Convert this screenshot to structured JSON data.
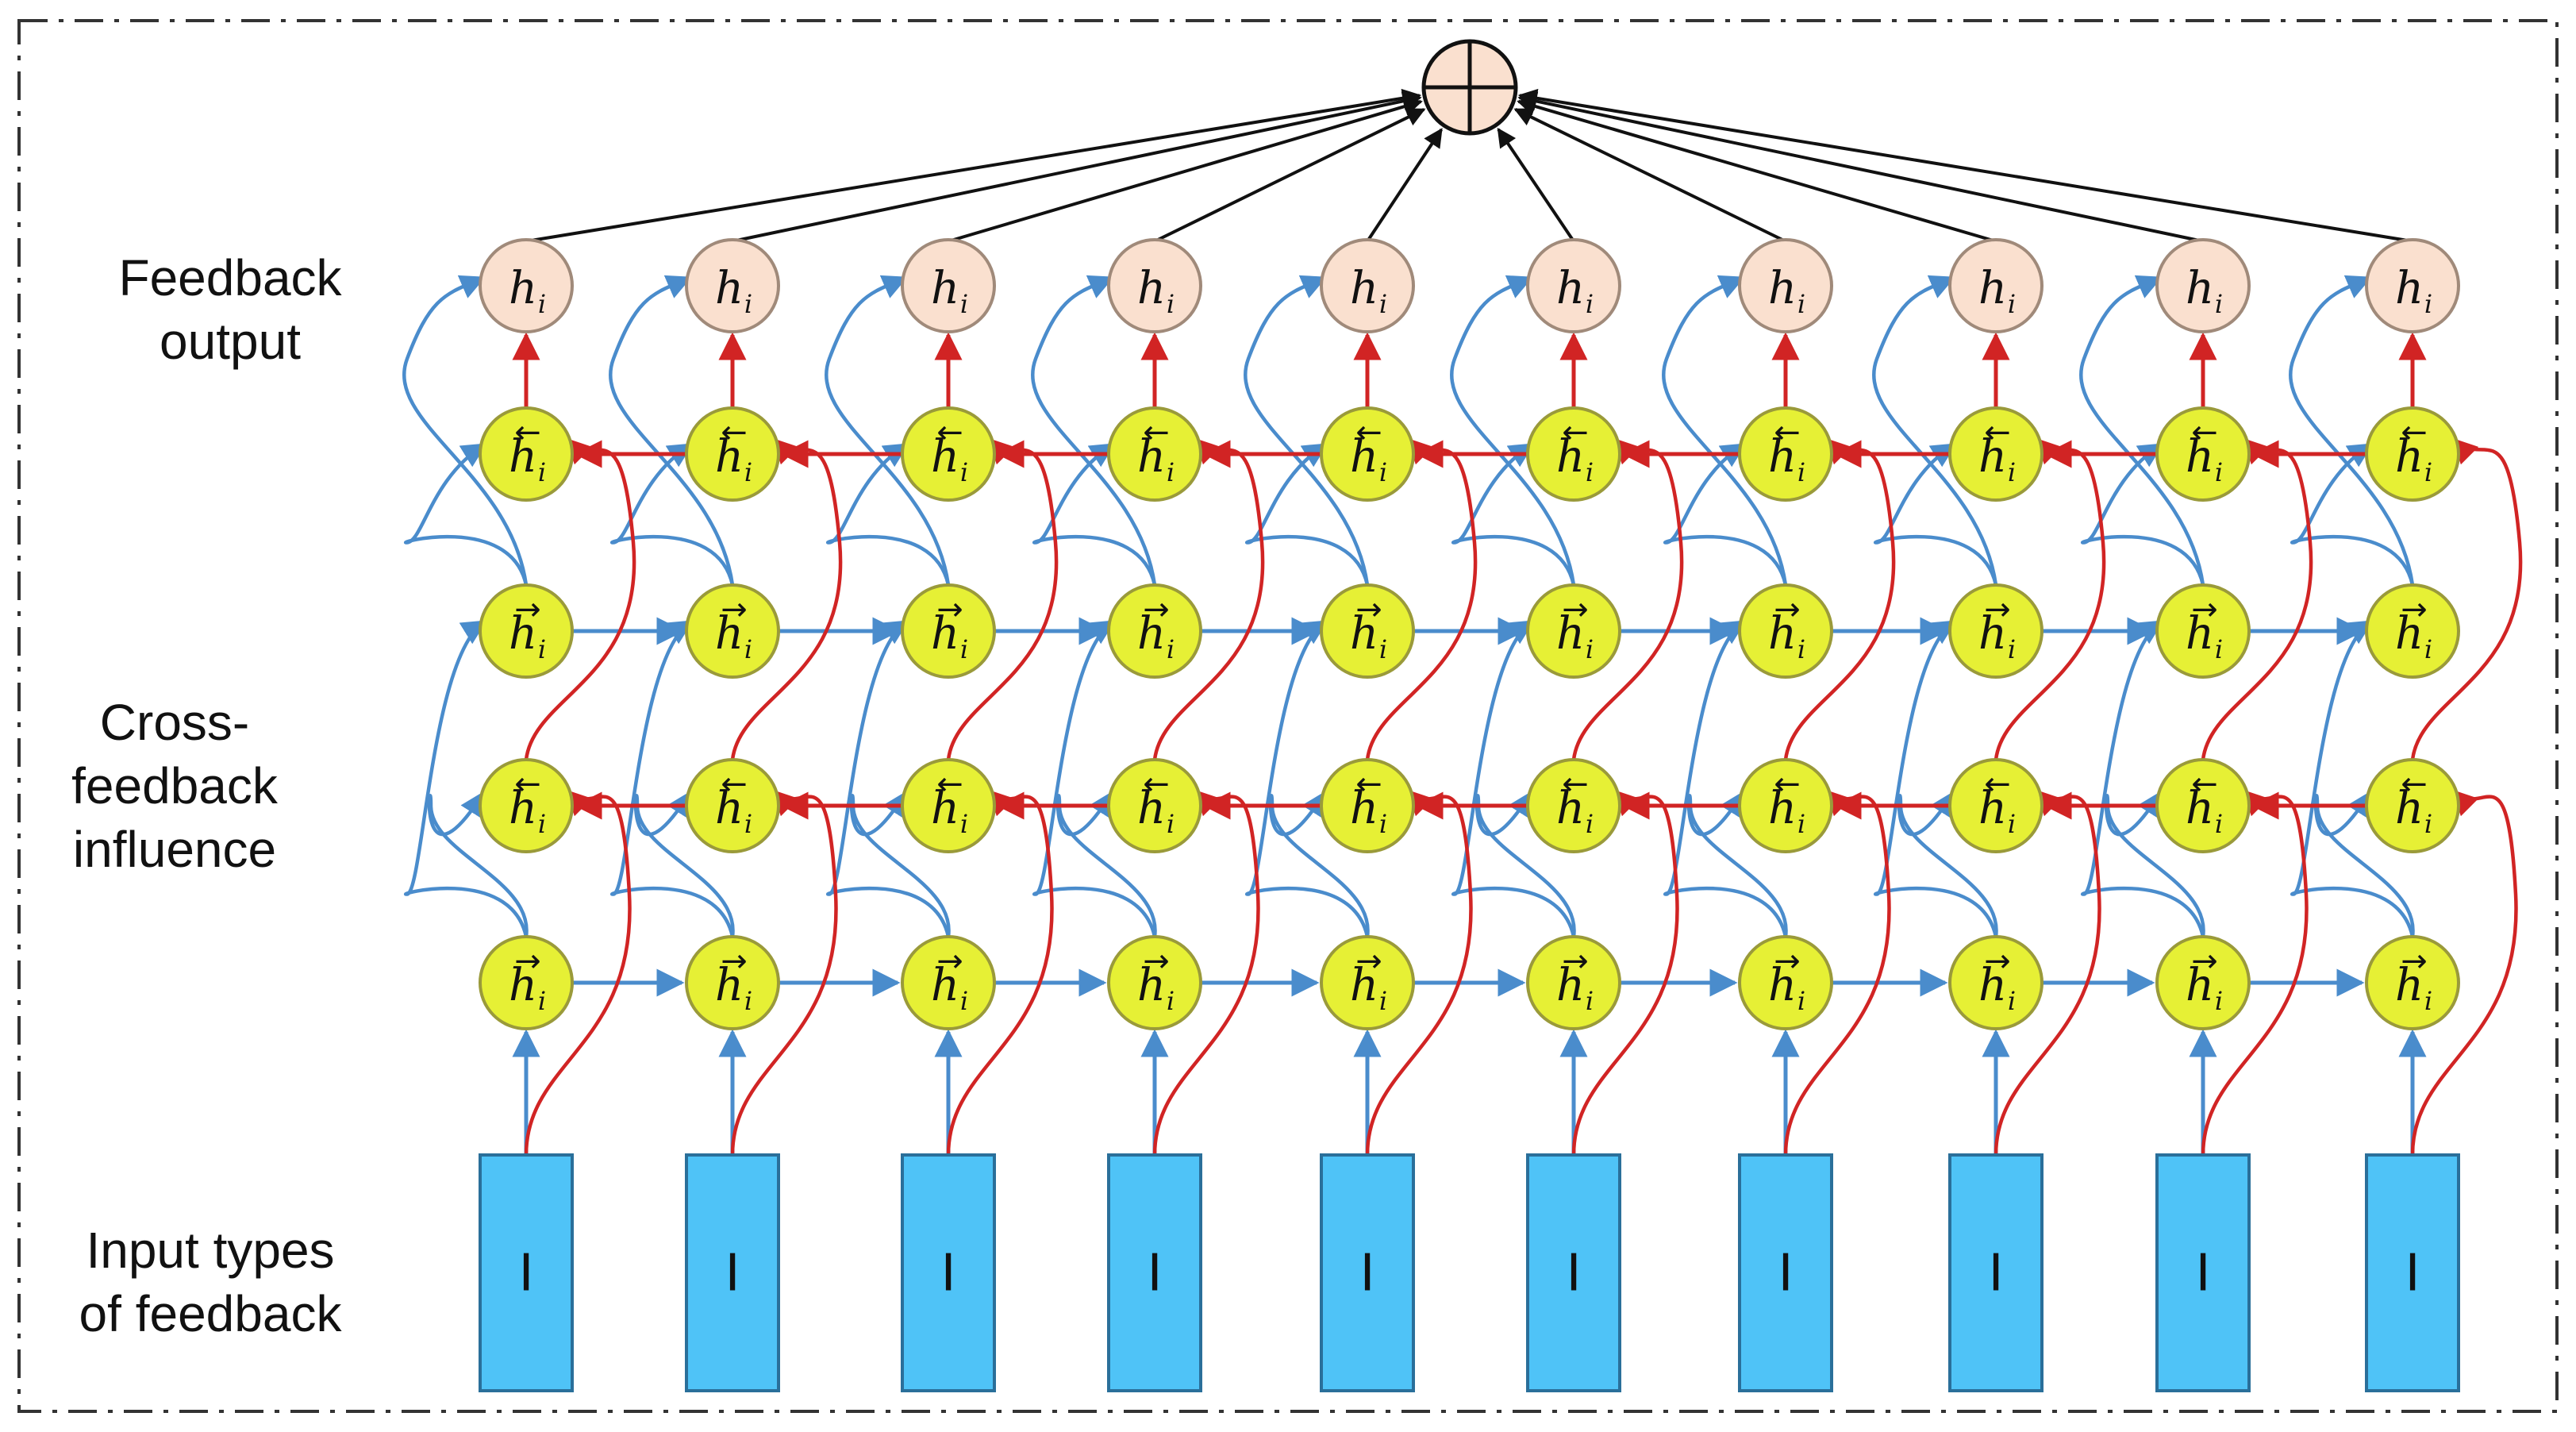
{
  "row_labels": {
    "feedback_output": [
      "Feedback",
      "output"
    ],
    "cross_feedback": [
      "Cross-",
      "feedback",
      "influence"
    ],
    "input_types": [
      "Input types",
      "of feedback"
    ]
  },
  "node_symbols": {
    "output": "h",
    "subscript": "i",
    "forward_arrow": "→",
    "backward_arrow": "←",
    "input_box": "I",
    "sum": "⊕"
  },
  "columns": 10,
  "colors": {
    "input_box_fill": "#4fc3f7",
    "input_box_stroke": "#2a6f9a",
    "hidden_node_fill": "#e6f035",
    "hidden_node_stroke": "#9a9a3a",
    "output_node_fill": "#fae0cf",
    "output_node_stroke": "#a08a7a",
    "forward_edge": "#4a8ccc",
    "backward_edge": "#d12424",
    "aggregate_edge": "#111111",
    "frame": "#333333"
  }
}
